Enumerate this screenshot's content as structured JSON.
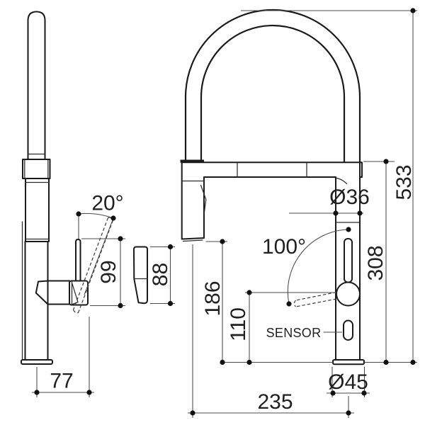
{
  "drawing": {
    "side_view": {
      "lever_angle": "20°",
      "lever_length": "99",
      "lever_detail_length": "88",
      "lever_reach": "77"
    },
    "front_view": {
      "body_diameter": "Ø36",
      "overall_height": "533",
      "lever_rotation": "100°",
      "spout_holder_height": "308",
      "outlet_height": "186",
      "lever_pivot_height": "110",
      "sensor_label": "SENSOR",
      "base_diameter": "Ø45",
      "spout_reach": "235"
    },
    "colors": {
      "outline": "#1a1a1a",
      "dimension_line": "#4a4a4a",
      "text": "#1f1f1f",
      "background": "#ffffff"
    }
  }
}
